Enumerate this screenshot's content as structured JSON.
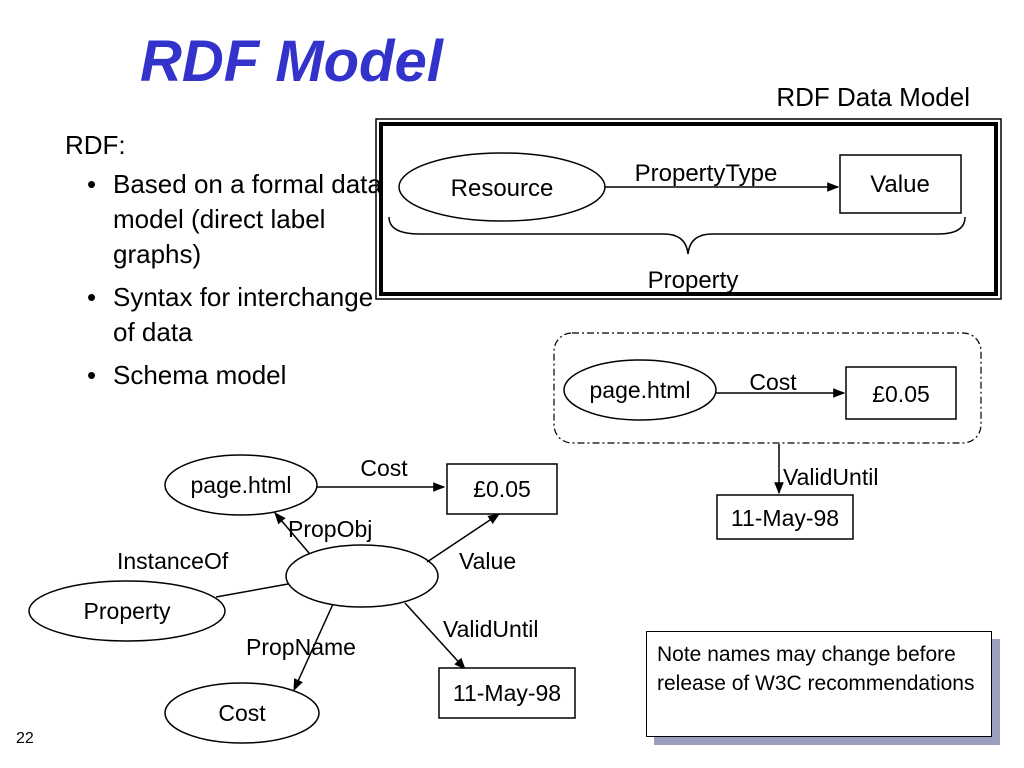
{
  "slide": {
    "title": "RDF Model",
    "number": "22"
  },
  "bullets": {
    "lead": "RDF:",
    "items": [
      "Based on a formal data model (direct label graphs)",
      "Syntax for interchange of data",
      "Schema model"
    ]
  },
  "data_model": {
    "caption": "RDF Data Model",
    "resource": "Resource",
    "property_type": "PropertyType",
    "value": "Value",
    "property": "Property"
  },
  "example": {
    "subject": "page.html",
    "predicate": "Cost",
    "object": "£0.05",
    "qualifier": "ValidUntil",
    "qualifier_value": "11-May-98"
  },
  "reified": {
    "subject": "page.html",
    "cost_label": "Cost",
    "value": "£0.05",
    "propobj": "PropObj",
    "instanceof": "InstanceOf",
    "value_label": "Value",
    "property": "Property",
    "propname": "PropName",
    "validuntil": "ValidUntil",
    "cost_node": "Cost",
    "date": "11-May-98"
  },
  "note": "Note names may change before release of W3C recommendations"
}
